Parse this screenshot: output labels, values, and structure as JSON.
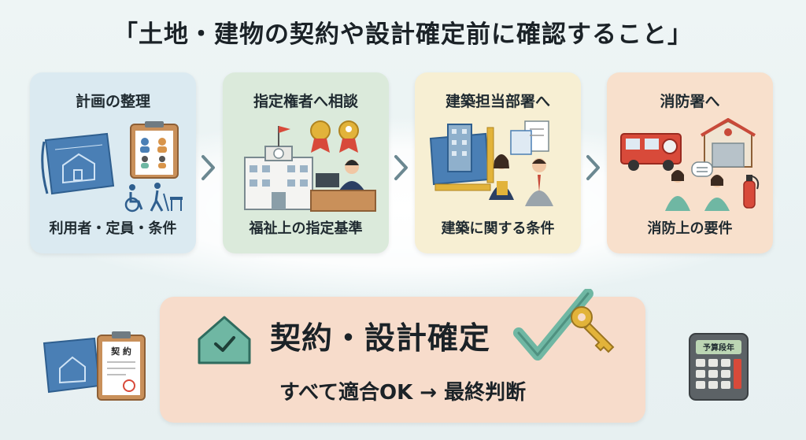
{
  "title": "「土地・建物の契約や設計確定前に確認すること」",
  "steps": [
    {
      "label": "計画の整理",
      "sub": "利用者・定員・条件",
      "color": "#dbeaf1"
    },
    {
      "label": "指定権者へ相談",
      "sub": "福祉上の指定基準",
      "color": "#dbeadb"
    },
    {
      "label": "建築担当部署へ",
      "sub": "建築に関する条件",
      "color": "#f7efd3"
    },
    {
      "label": "消防署へ",
      "sub": "消防上の要件",
      "color": "#f8e0cc"
    }
  ],
  "final": {
    "title": "契約・設計確定",
    "sub": "すべて適合OK → 最終判断",
    "color": "#f7dccb"
  },
  "decor": {
    "contract_label": "契 約",
    "calculator_label": "予算段年"
  },
  "colors": {
    "accent_green": "#6fb7a3",
    "arrow": "#6b8891",
    "blueprint": "#4a7fb5",
    "key": "#e2b33a"
  }
}
